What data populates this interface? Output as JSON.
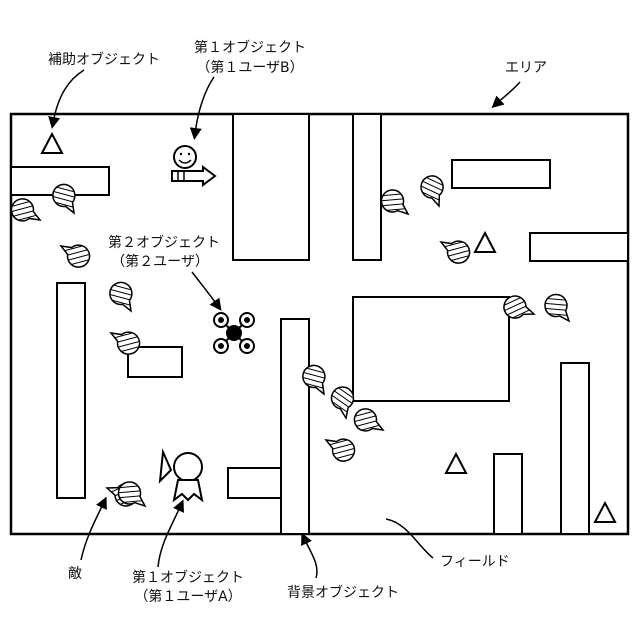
{
  "labels": {
    "auxiliary_object": "補助オブジェクト",
    "first_object_b_line1": "第１オブジェクト",
    "first_object_b_line2": "（第１ユーザB）",
    "area": "エリア",
    "second_object_line1": "第２オブジェクト",
    "second_object_line2": "（第２ユーザ）",
    "enemy": "敵",
    "first_object_a_line1": "第１オブジェクト",
    "first_object_a_line2": "（第１ユーザA）",
    "background_object": "背景オブジェクト",
    "field": "フィールド"
  },
  "icons": {
    "enemy": "pacman-hatched-icon",
    "auxiliary": "triangle-icon",
    "user_b": "smiley-arrow-icon",
    "user_second": "drone-icon",
    "user_a": "character-icon"
  },
  "colors": {
    "stroke": "#000000",
    "background": "#ffffff"
  }
}
